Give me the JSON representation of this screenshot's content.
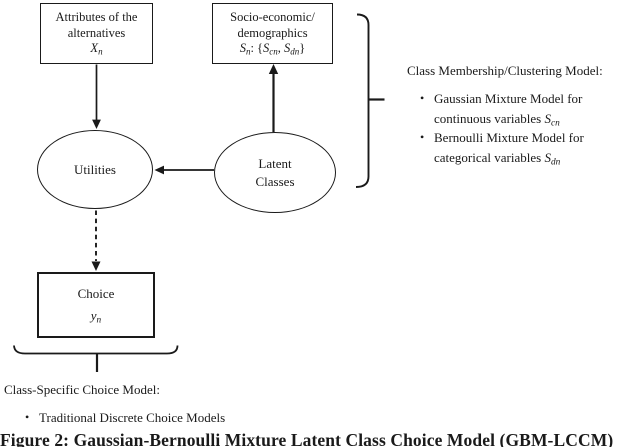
{
  "ui": {
    "bullet": "•"
  },
  "boxes": {
    "attributes": {
      "line1": "Attributes of the",
      "line2": "alternatives",
      "var_base": "X",
      "var_sub": "n"
    },
    "socio": {
      "line1": "Socio-economic/",
      "line2": "demographics",
      "math": {
        "b1": "S",
        "s1": "n",
        "sep1": ": {",
        "b2": "S",
        "s2": "cn",
        "sep2": ", ",
        "b3": "S",
        "s3": "dn",
        "sep3": "}"
      }
    },
    "choice": {
      "line1": "Choice",
      "var_base": "y",
      "var_sub": "n"
    }
  },
  "ellipses": {
    "utilities": {
      "label": "Utilities"
    },
    "latent": {
      "line1": "Latent",
      "line2": "Classes"
    }
  },
  "annotations": {
    "class_membership": {
      "title": "Class Membership/Clustering Model:",
      "bullets": [
        {
          "line1": "Gaussian Mixture Model for",
          "line2": "continuous variables ",
          "var_base": "S",
          "var_sub": "cn"
        },
        {
          "line1": "Bernoulli Mixture Model for",
          "line2": "categorical variables ",
          "var_base": "S",
          "var_sub": "dn"
        }
      ]
    },
    "class_specific": {
      "title": "Class-Specific Choice Model:",
      "bullet": "Traditional Discrete Choice Models"
    }
  },
  "caption": "Figure 2: Gaussian-Bernoulli Mixture Latent Class Choice Model (GBM-LCCM)"
}
